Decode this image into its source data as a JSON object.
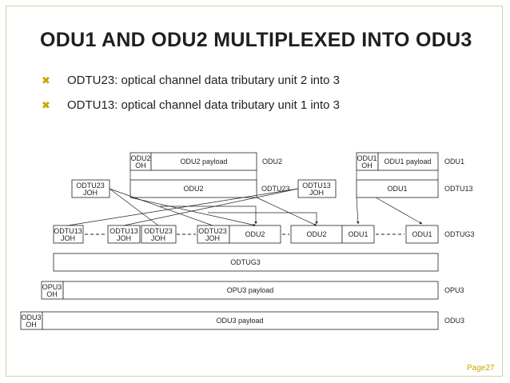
{
  "slide": {
    "title": "ODU1 AND ODU2 MULTIPLEXED INTO ODU3",
    "bullets": [
      "ODTU23: optical channel data tributary unit 2 into 3",
      "ODTU13: optical channel data tributary unit 1 into 3"
    ],
    "bullet_icon": "x-bullet-icon",
    "page_number": "Page27",
    "accent_color": "#c8a400"
  },
  "diagram": {
    "odu2_oh": "ODU2 OH",
    "odu2_payload": "ODU2 payload",
    "odu2_side": "ODU2",
    "odu1_oh": "ODU1 OH",
    "odu1_payload": "ODU1 payload",
    "odu1_side": "ODU1",
    "odtu23_joh": "ODTU23 JOH",
    "odu2_box": "ODU2",
    "odtu23_side": "ODTU23",
    "odtu13_joh": "ODTU13 JOH",
    "odu1_box": "ODU1",
    "odtu13_side": "ODTU13",
    "tug_odtu13_joh_a": "ODTU13 JOH",
    "tug_odtu13_joh_b": "ODTU13 JOH",
    "tug_odtu23_joh_a": "ODTU23 JOH",
    "tug_odtu23_joh_b": "ODTU23 JOH",
    "tug_odu2_a": "ODU2",
    "tug_odu2_b": "ODU2",
    "tug_odu1_a": "ODU1",
    "tug_odu1_b": "ODU1",
    "odtug3_side": "ODTUG3",
    "odtug3_box": "ODTUG3",
    "opu3_oh": "OPU3 OH",
    "opu3_payload": "OPU3 payload",
    "opu3_side": "OPU3",
    "odu3_oh": "ODU3 OH",
    "odu3_payload": "ODU3 payload",
    "odu3_side": "ODU3"
  }
}
